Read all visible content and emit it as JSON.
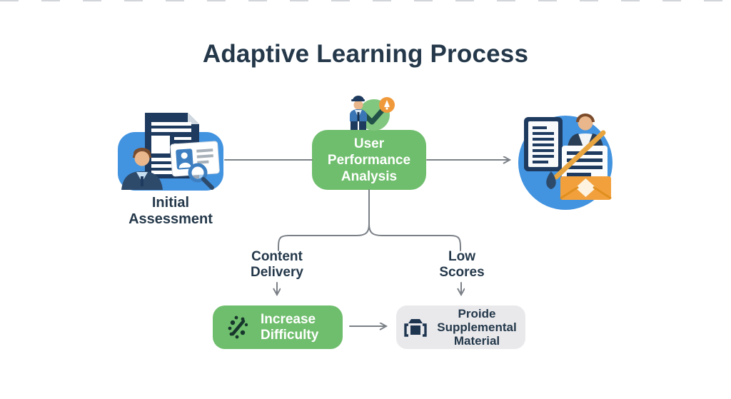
{
  "title": "Adaptive Learning Process",
  "nodes": {
    "initial_assessment": {
      "line1": "Initial",
      "line2": "Assessment",
      "icons": [
        "document-icon",
        "student-icon",
        "id-card-icon",
        "magnifier-icon"
      ]
    },
    "user_performance_analysis": {
      "line1": "User",
      "line2": "Performance",
      "line3": "Analysis",
      "icons": [
        "analyst-person-icon",
        "checkmark-badge-icon",
        "orange-badge-icon"
      ]
    },
    "learning_outcome": {
      "icons": [
        "tablet-document-icon",
        "tutor-person-icon",
        "worksheet-icon",
        "envelope-icon",
        "pen-icon"
      ]
    },
    "content_delivery": {
      "line1": "Content",
      "line2": "Delivery"
    },
    "low_scores": {
      "line1": "Low",
      "line2": "Scores"
    },
    "increase_difficulty": {
      "line1": "Increase",
      "line2": "Difficulty",
      "icon": "difficulty-dots-icon"
    },
    "provide_supplemental_material": {
      "line1": "Proide",
      "line2": "Supplemental",
      "line3": "Material",
      "icon": "package-brackets-icon"
    }
  },
  "colors": {
    "background": "#ffffff",
    "title_text": "#24384a",
    "blue_node": "#4293e0",
    "green_node": "#6fbe6d",
    "light_green_badge": "#82c77f",
    "gray_node": "#e9e9ec",
    "connector": "#7b8087",
    "white_text": "#ffffff",
    "dark_icon_navy": "#1e3a5e",
    "orange_accent": "#f2a03c",
    "face_tan": "#eab68b",
    "hair_brown": "#7b4b2a"
  }
}
